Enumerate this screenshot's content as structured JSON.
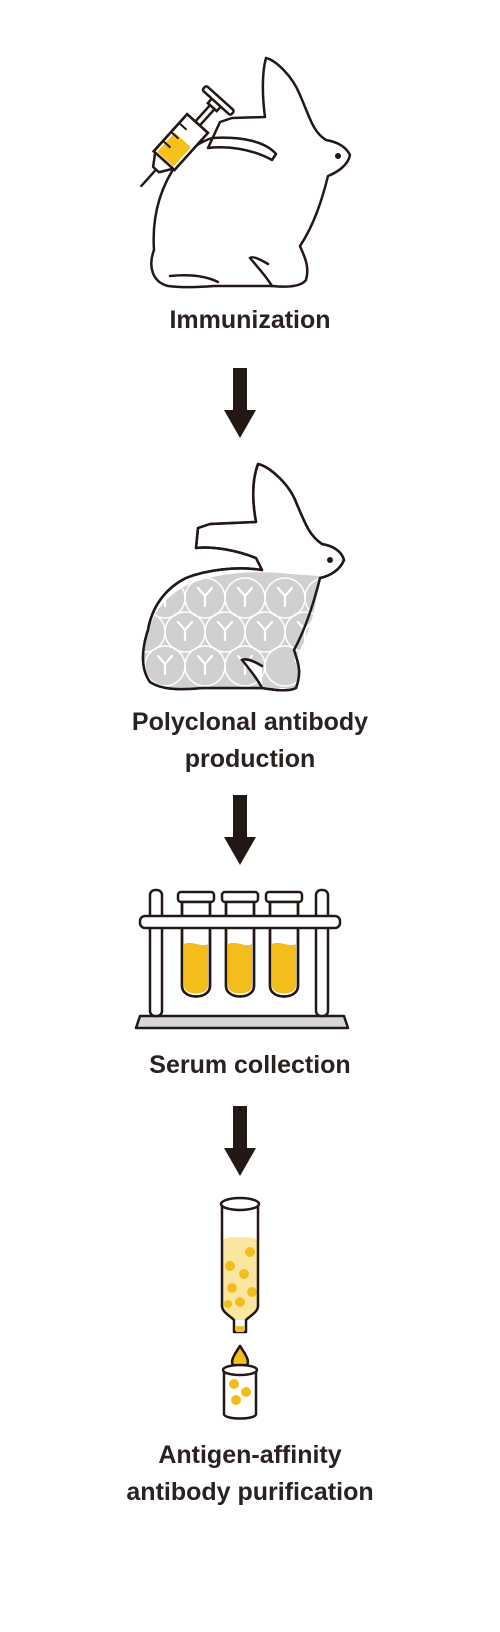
{
  "steps": [
    {
      "icon": "syringe-rabbit-icon",
      "lines": [
        "Immunization"
      ]
    },
    {
      "icon": "antibody-rabbit-icon",
      "lines": [
        "Polyclonal antibody",
        "production"
      ]
    },
    {
      "icon": "test-tube-rack-icon",
      "lines": [
        "Serum collection"
      ]
    },
    {
      "icon": "affinity-column-icon",
      "lines": [
        "Antigen-affinity",
        "antibody purification"
      ]
    }
  ],
  "colors": {
    "ink": "#231815",
    "accent": "#f6c21a",
    "accent_light": "#fbe6a0",
    "gray": "#c8c8c8",
    "tube_fill": "#f3bd1b"
  }
}
